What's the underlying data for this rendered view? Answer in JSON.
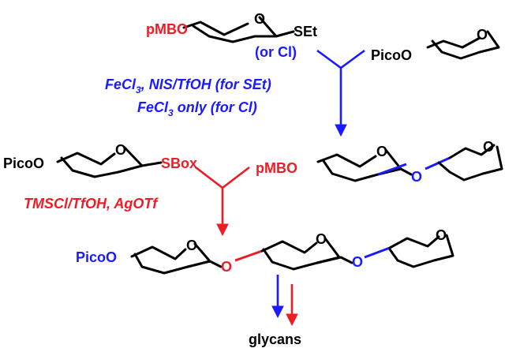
{
  "colors": {
    "red": "#ee1c24",
    "blue": "#1a1aff",
    "black": "#000000"
  },
  "molecules": {
    "donor1_pg": "pMBO",
    "donor1_leaving": "SEt",
    "donor1_alt": "(or Cl)",
    "acceptor1_pg": "PicoO",
    "o": "O",
    "donor2_pg": "PicoO",
    "donor2_leaving": "SBox",
    "disaccharide_pg": "pMBO",
    "trisaccharide_pg": "PicoO",
    "product": "glycans"
  },
  "conditions": {
    "step1_a": "FeCl",
    "step1_a_sub": "3",
    "step1_a_rest": ", NIS/TfOH (for SEt)",
    "step1_b": "FeCl",
    "step1_b_sub": "3",
    "step1_b_rest": " only (for Cl)",
    "step2": "TMSCl/TfOH, AgOTf"
  }
}
